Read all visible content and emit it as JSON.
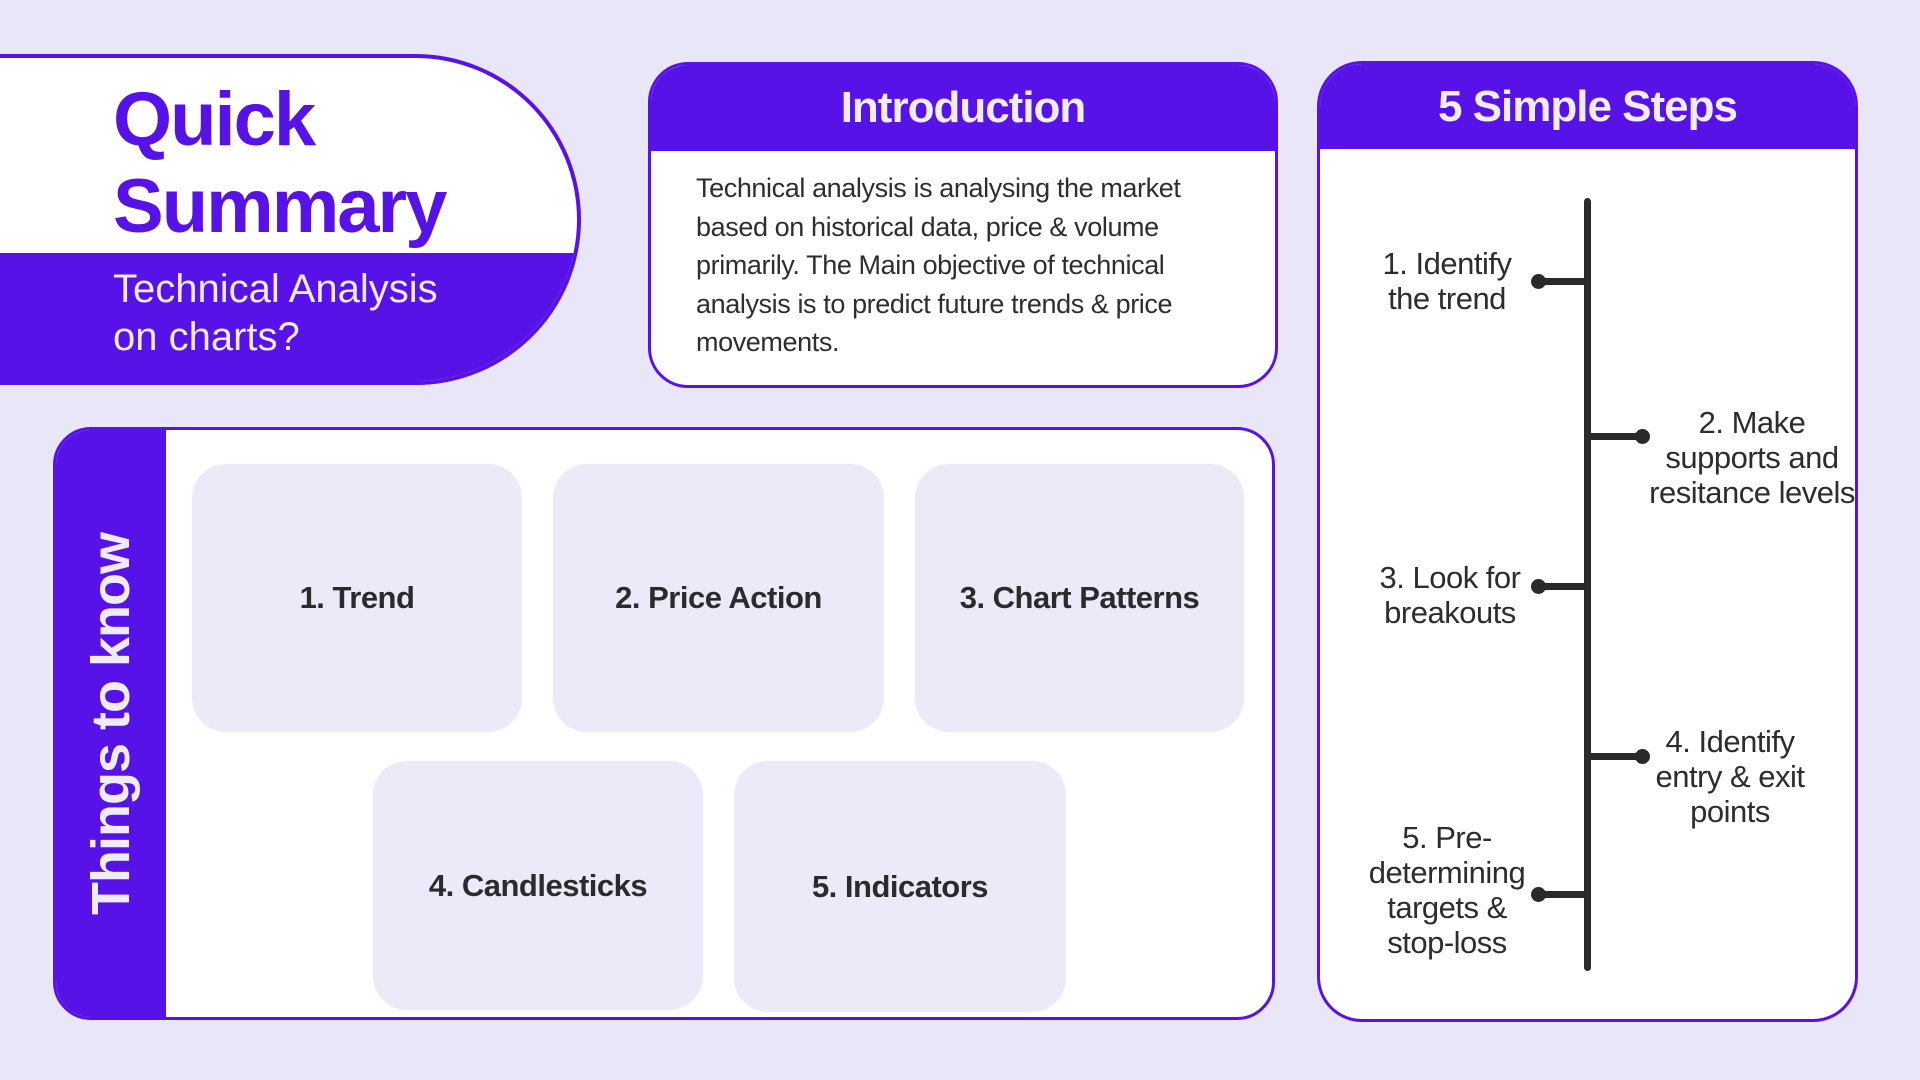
{
  "page": {
    "background_color": "#E9E6F8",
    "accent_color": "#5712E8",
    "timeline_color": "#2A2A2A"
  },
  "hero": {
    "title": "Quick\nSummary",
    "subtitle": "Technical Analysis\non charts?"
  },
  "introduction": {
    "title": "Introduction",
    "body": "Technical analysis is analysing the market\nbased on historical data, price & volume\nprimarily. The Main objective of technical\nanalysis is to predict future trends & price\nmovements."
  },
  "things_to_know": {
    "sidebar_title": "Things to know",
    "items": [
      {
        "label": "1. Trend"
      },
      {
        "label": "2. Price Action"
      },
      {
        "label": "3. Chart Patterns"
      },
      {
        "label": "4. Candlesticks"
      },
      {
        "label": "5. Indicators"
      }
    ]
  },
  "steps": {
    "title": "5 Simple Steps",
    "items": [
      {
        "label": "1. Identify\nthe trend"
      },
      {
        "label": "2. Make\nsupports and\nresitance levels"
      },
      {
        "label": "3. Look for\nbreakouts"
      },
      {
        "label": "4. Identify\nentry & exit\npoints"
      },
      {
        "label": "5. Pre-\ndetermining\ntargets &\nstop-loss"
      }
    ]
  }
}
